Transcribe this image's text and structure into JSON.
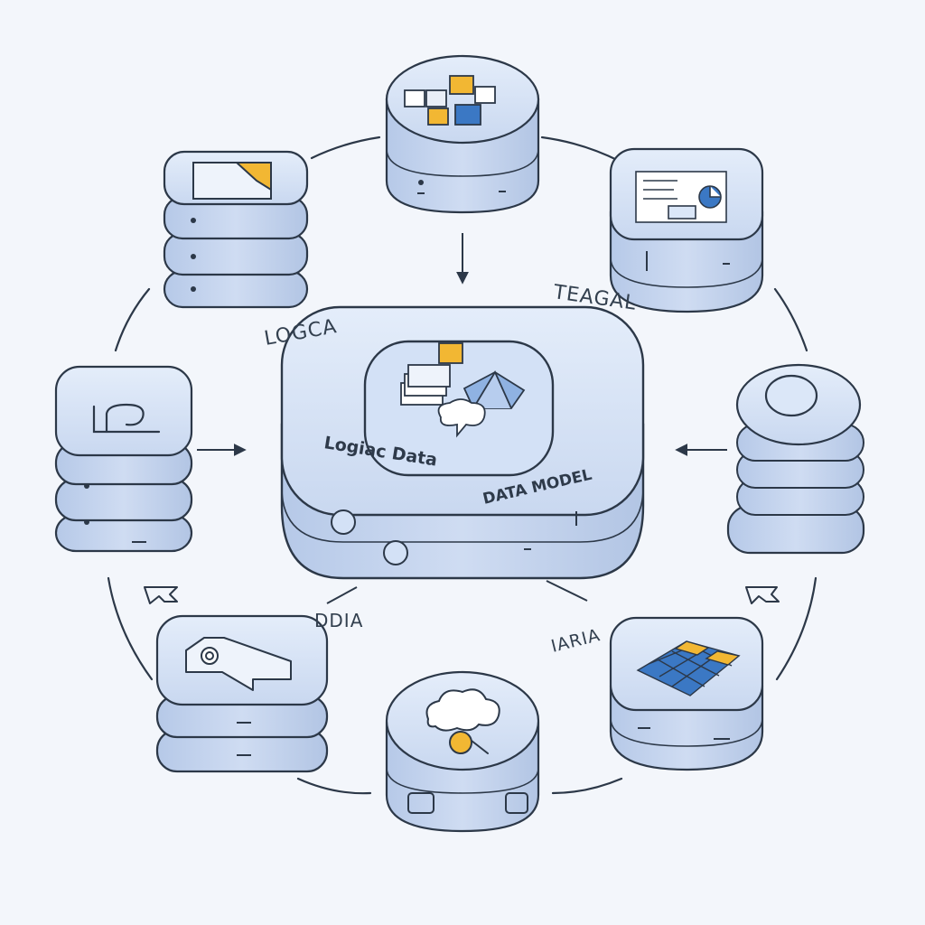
{
  "labels": {
    "logica": "LOGCA",
    "teagal": "TEAGAL",
    "dbia": "DDIA",
    "iaria": "IARIA",
    "center_left": "Logiac Data",
    "center_right": "DATA MODEL"
  },
  "colors": {
    "background": "#f3f6fb",
    "body": "#c6d6ef",
    "body_dark": "#aebfdc",
    "top": "#dbe7f8",
    "stroke": "#2c3848",
    "accent_yellow": "#f2b733",
    "accent_blue": "#3b78c4"
  }
}
